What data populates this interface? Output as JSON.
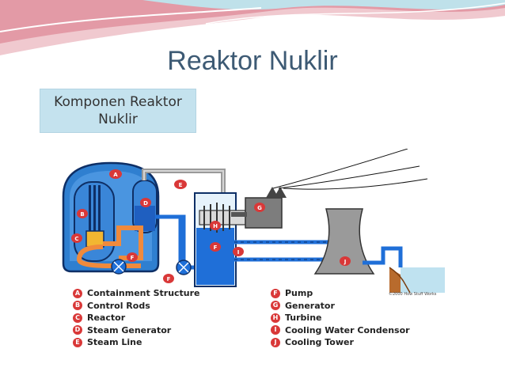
{
  "slide": {
    "title": "Reaktor Nuklir",
    "label_line1": "Komponen Reaktor",
    "label_line2": "Nuklir"
  },
  "diagram": {
    "markers": {
      "a": "A",
      "b": "B",
      "c": "C",
      "d": "D",
      "e": "E",
      "f1": "F",
      "f2": "F",
      "f3": "F",
      "g": "G",
      "h": "H",
      "i": "I",
      "j": "J"
    },
    "copyright": "©2000 How Stuff Works",
    "colors": {
      "containment": "#2f7fd0",
      "water": "#1f6fd8",
      "hot_loop": "#f08a3c",
      "marker": "#d93838",
      "tower": "#9a9a9a",
      "generator": "#7d7d7d"
    }
  },
  "legend": {
    "left": [
      {
        "key": "A",
        "label": "Containment Structure"
      },
      {
        "key": "B",
        "label": "Control Rods"
      },
      {
        "key": "C",
        "label": "Reactor"
      },
      {
        "key": "D",
        "label": "Steam Generator"
      },
      {
        "key": "E",
        "label": "Steam Line"
      }
    ],
    "right": [
      {
        "key": "F",
        "label": "Pump"
      },
      {
        "key": "G",
        "label": "Generator"
      },
      {
        "key": "H",
        "label": "Turbine"
      },
      {
        "key": "I",
        "label": "Cooling Water Condensor"
      },
      {
        "key": "J",
        "label": "Cooling Tower"
      }
    ]
  }
}
